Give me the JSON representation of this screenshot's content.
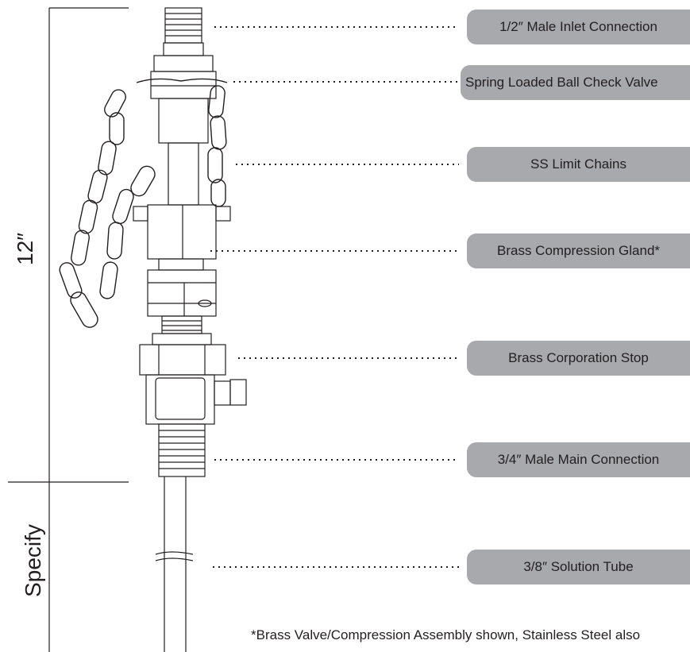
{
  "dimensions": {
    "upper_label": "12″",
    "lower_label": "Specify"
  },
  "callouts": [
    {
      "id": "inlet",
      "label": "1/2″ Male Inlet Connection"
    },
    {
      "id": "check-valve",
      "label": "Spring Loaded Ball Check Valve"
    },
    {
      "id": "chains",
      "label": "SS Limit Chains"
    },
    {
      "id": "gland",
      "label": "Brass Compression Gland*"
    },
    {
      "id": "corp-stop",
      "label": "Brass Corporation Stop"
    },
    {
      "id": "main",
      "label": "3/4″ Male Main Connection"
    },
    {
      "id": "tube",
      "label": "3/8″ Solution Tube"
    }
  ],
  "footnote": "*Brass Valve/Compression Assembly shown, Stainless Steel also",
  "colors": {
    "callout_fill": "#a7a9ac",
    "line": "#231f20"
  }
}
